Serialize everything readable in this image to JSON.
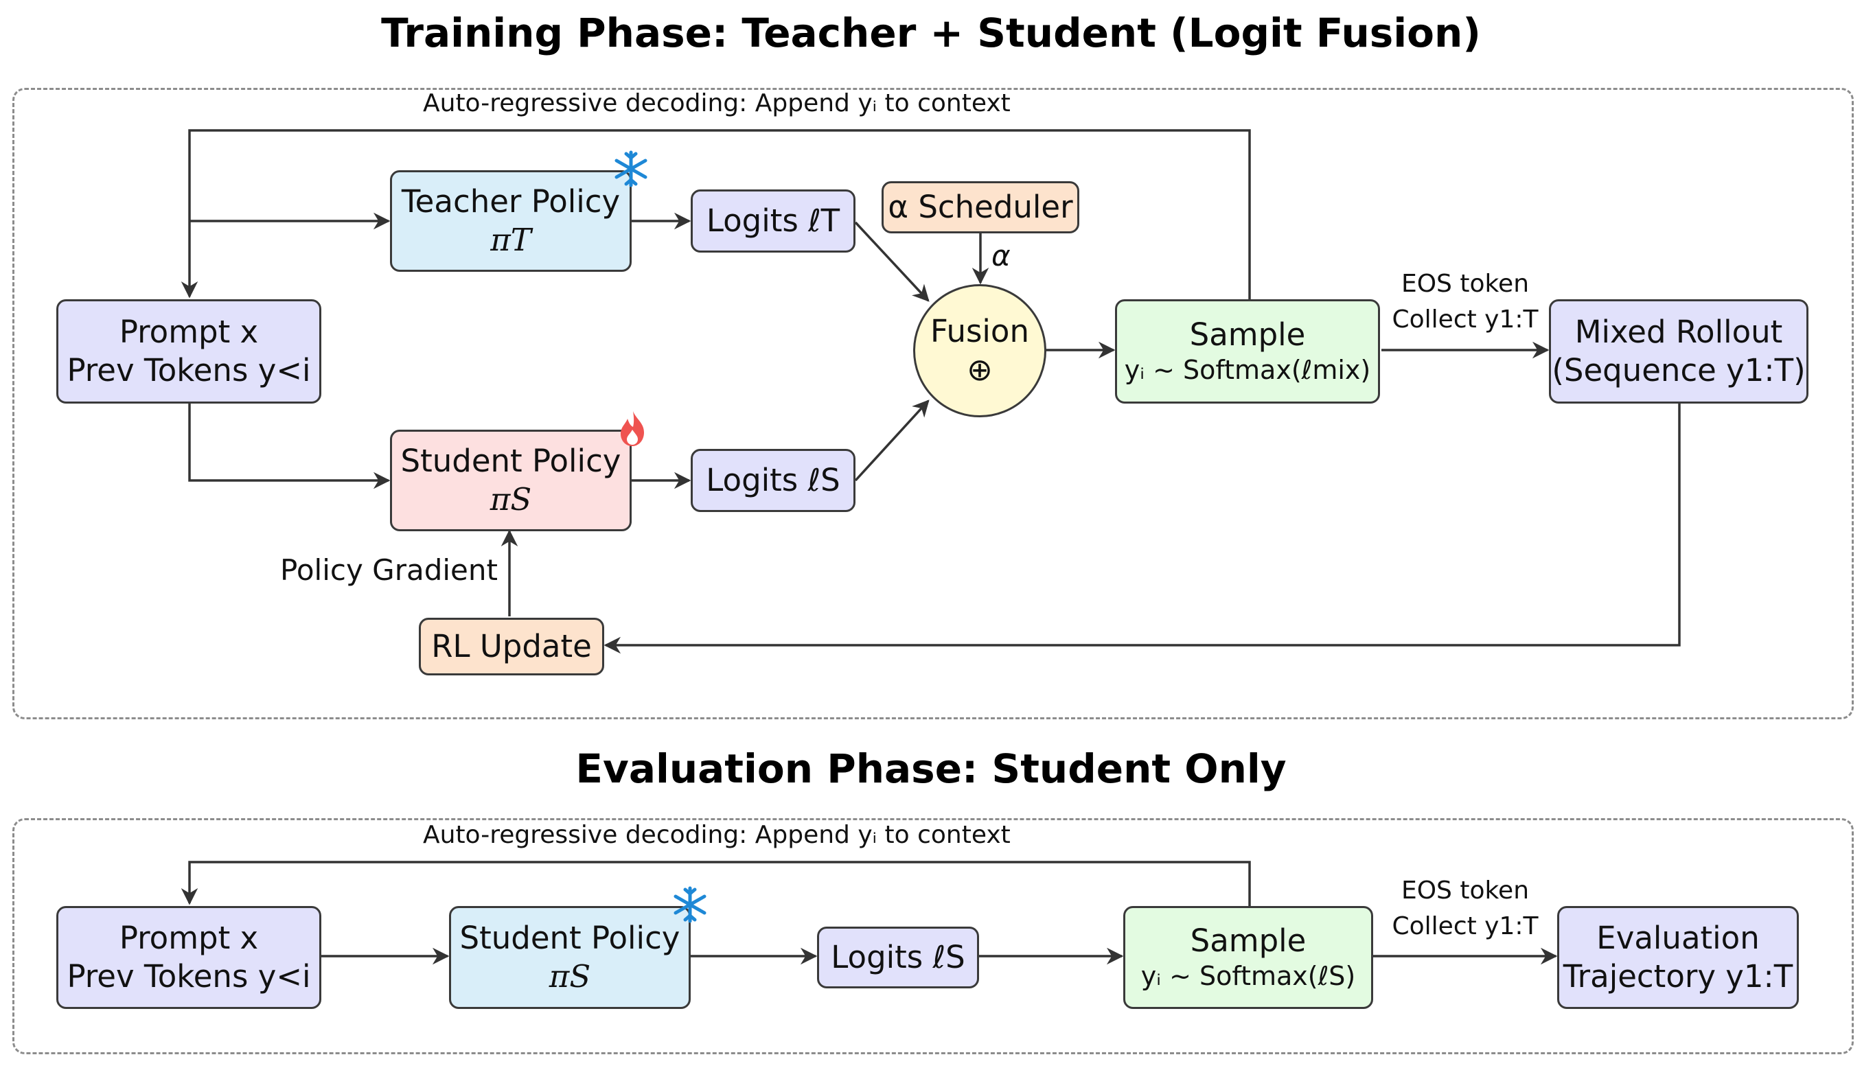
{
  "training": {
    "title": "Training Phase: Teacher + Student (Logit Fusion)",
    "loop_label": "Auto-regressive decoding: Append yᵢ to context",
    "prompt": {
      "line1": "Prompt x",
      "line2": "Prev Tokens y<i"
    },
    "teacher": {
      "line1": "Teacher Policy",
      "line2": "πT",
      "badge": "snowflake-icon"
    },
    "student": {
      "line1": "Student Policy",
      "line2": "πS",
      "badge": "fire-icon"
    },
    "logits_t": "Logits ℓT",
    "logits_s": "Logits ℓS",
    "scheduler": "α Scheduler",
    "alpha": "α",
    "fusion": {
      "line1": "Fusion",
      "line2": "⊕"
    },
    "sample": {
      "line1": "Sample",
      "line2": "yᵢ ~ Softmax(ℓmix)"
    },
    "eos": {
      "line1": "EOS token",
      "line2": "Collect y1:T"
    },
    "rollout": {
      "line1": "Mixed Rollout",
      "line2": "(Sequence y1:T)"
    },
    "rl_update": "RL Update",
    "policy_gradient": "Policy Gradient"
  },
  "evaluation": {
    "title": "Evaluation Phase: Student Only",
    "loop_label": "Auto-regressive decoding: Append yᵢ to context",
    "prompt": {
      "line1": "Prompt x",
      "line2": "Prev Tokens y<i"
    },
    "student": {
      "line1": "Student Policy",
      "line2": "πS",
      "badge": "snowflake-icon"
    },
    "logits_s": "Logits ℓS",
    "sample": {
      "line1": "Sample",
      "line2": "yᵢ ~ Softmax(ℓS)"
    },
    "eos": {
      "line1": "EOS token",
      "line2": "Collect y1:T"
    },
    "trajectory": {
      "line1": "Evaluation",
      "line2": "Trajectory y1:T"
    }
  },
  "colors": {
    "lavender": "#e1e1fb",
    "light_blue": "#d9eef9",
    "light_red": "#fde0e0",
    "peach": "#fde3cd",
    "yellow": "#fff9d3",
    "light_green": "#e3fbe1",
    "edge": "#333333",
    "frame": "#8c8c8c",
    "snowflake": "#1e88d6",
    "fire": "#ef5350"
  }
}
